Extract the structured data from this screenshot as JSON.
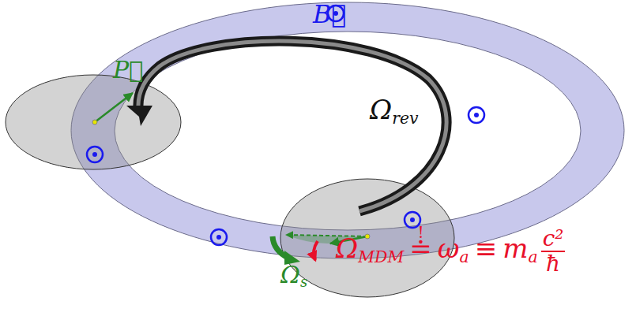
{
  "diagram": {
    "labels": [
      "B⃗",
      "P⃗",
      "Ωrev",
      "Ωs",
      "ΩMDM",
      "!",
      "≐",
      "ωa",
      "≡",
      "ma",
      "c²",
      "ħ"
    ]
  }
}
